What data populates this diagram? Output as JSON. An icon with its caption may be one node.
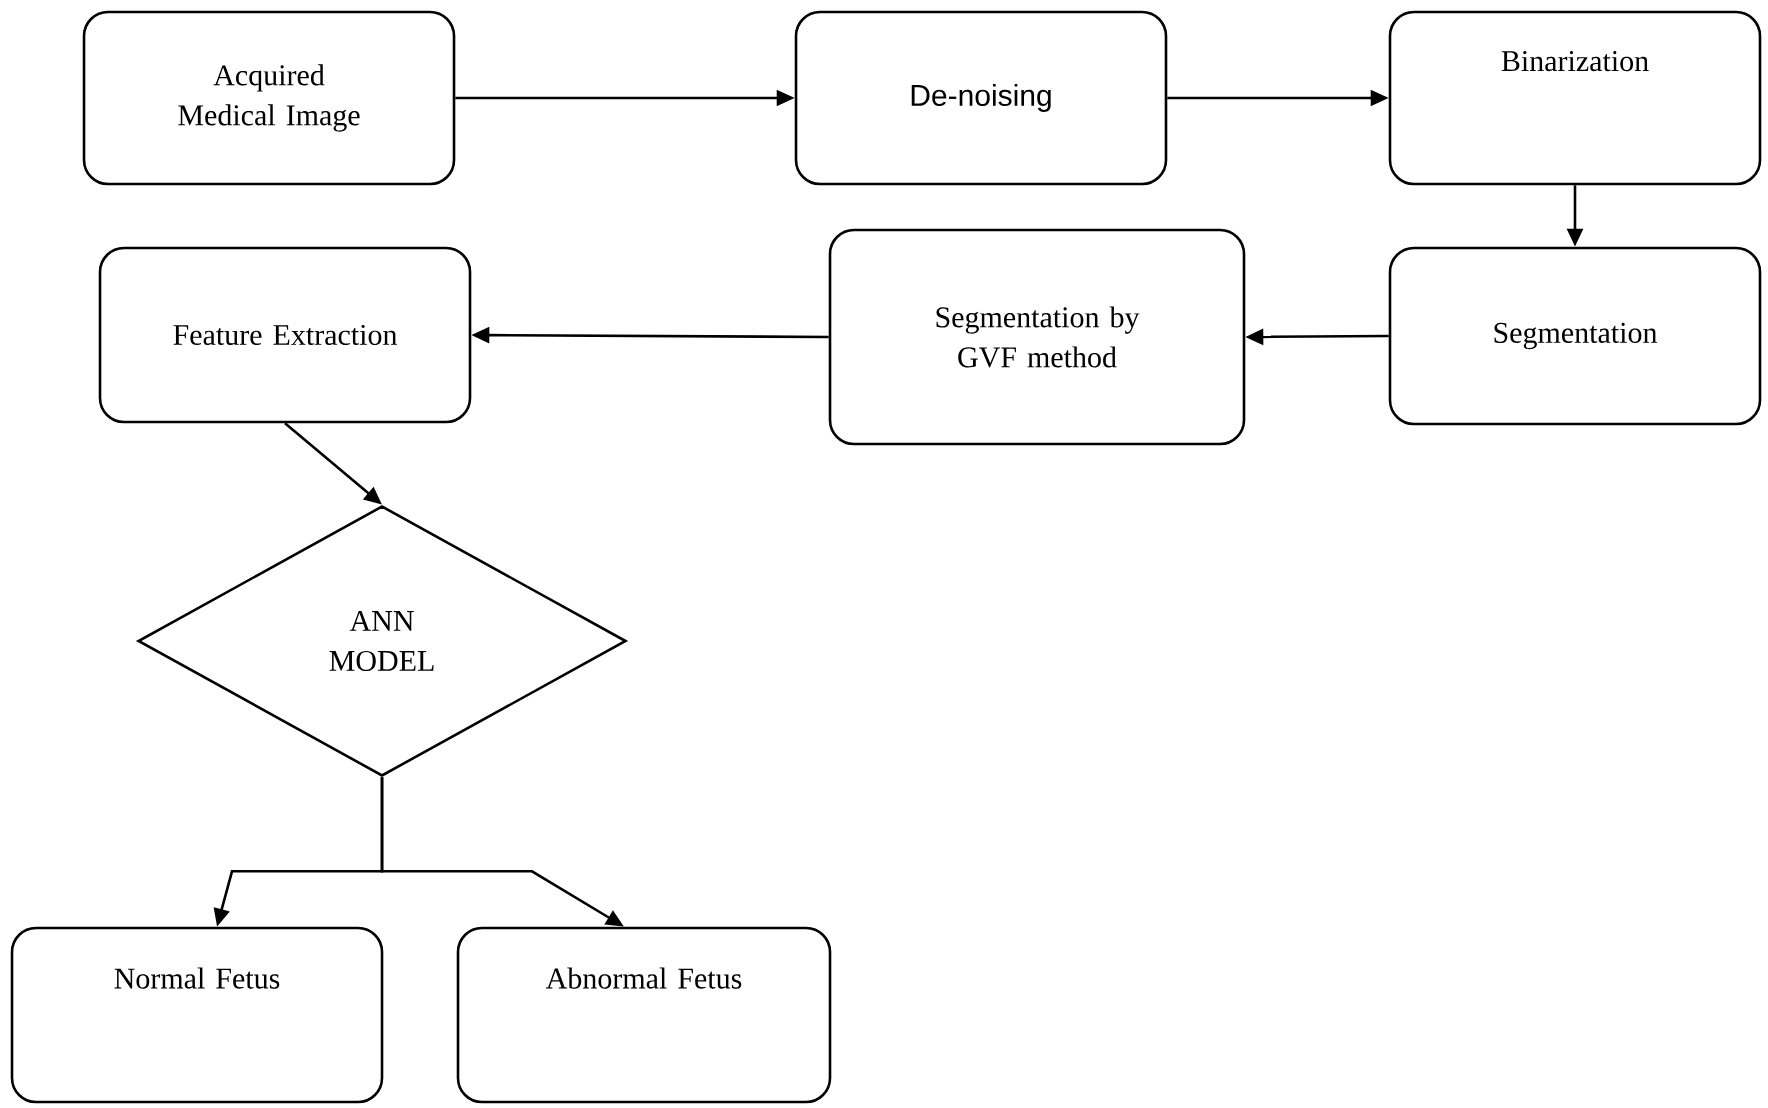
{
  "diagram": {
    "nodes": [
      {
        "text": [
          "Acquired Medical Image"
        ]
      },
      {
        "text": [
          "De-noising"
        ]
      },
      {
        "text": [
          "Binarization"
        ]
      },
      {
        "text": [
          "Segmentation"
        ]
      },
      {
        "text": [
          "Segmentation by GVF method"
        ]
      },
      {
        "text": [
          "Feature Extraction"
        ]
      },
      {
        "text": [
          "ANN MODEL"
        ]
      },
      {
        "text": [
          "Normal Fetus"
        ]
      },
      {
        "text": [
          "Abnormal Fetus"
        ]
      }
    ],
    "edges": [
      {
        "from": 0,
        "to": 1,
        "arrow": "to"
      },
      {
        "from": 1,
        "to": 2,
        "arrow": "to"
      },
      {
        "from": 2,
        "to": 3,
        "arrow": "to"
      },
      {
        "from": 3,
        "to": 4,
        "arrow": "to"
      },
      {
        "from": 4,
        "to": 5,
        "arrow": "to"
      },
      {
        "from": 5,
        "to": 6,
        "arrow": "to"
      },
      {
        "from": 6,
        "to": 7,
        "arrow": "to"
      },
      {
        "from": 6,
        "to": 8,
        "arrow": "to"
      }
    ]
  }
}
